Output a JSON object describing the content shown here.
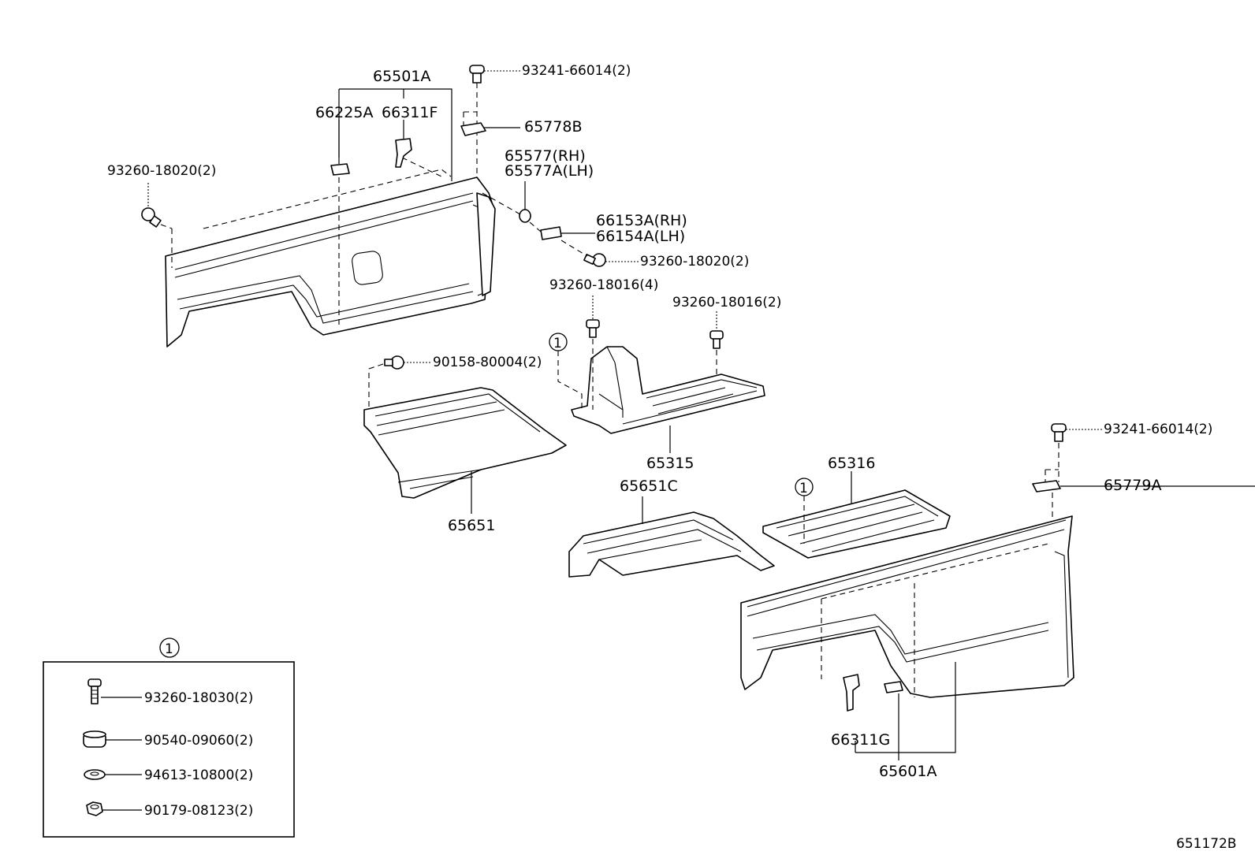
{
  "diagram_id": "651172B",
  "callout_marker": "1",
  "labels": {
    "p65501A": "65501A",
    "p66225A": "66225A",
    "p66311F": "66311F",
    "p93241_top": "93241-66014(2)",
    "p65778B": "65778B",
    "p65577_rh": "65577(RH)",
    "p65577A_lh": "65577A(LH)",
    "p66153A": "66153A(RH)",
    "p66154A": "66154A(LH)",
    "p93260_18020_left": "93260-18020(2)",
    "p93260_18020_right": "93260-18020(2)",
    "p93260_18016_4": "93260-18016(4)",
    "p93260_18016_2": "93260-18016(2)",
    "p90158": "90158-80004(2)",
    "p65315": "65315",
    "p65651": "65651",
    "p65651C": "65651C",
    "p65316": "65316",
    "p93241_right": "93241-66014(2)",
    "p65779A": "65779A",
    "p66311G": "66311G",
    "p65601A": "65601A"
  },
  "legend": {
    "items": [
      {
        "label": "93260-18030(2)",
        "icon": "bolt-icon"
      },
      {
        "label": "90540-09060(2)",
        "icon": "cushion-icon"
      },
      {
        "label": "94613-10800(2)",
        "icon": "washer-icon"
      },
      {
        "label": "90179-08123(2)",
        "icon": "nut-icon"
      }
    ]
  }
}
